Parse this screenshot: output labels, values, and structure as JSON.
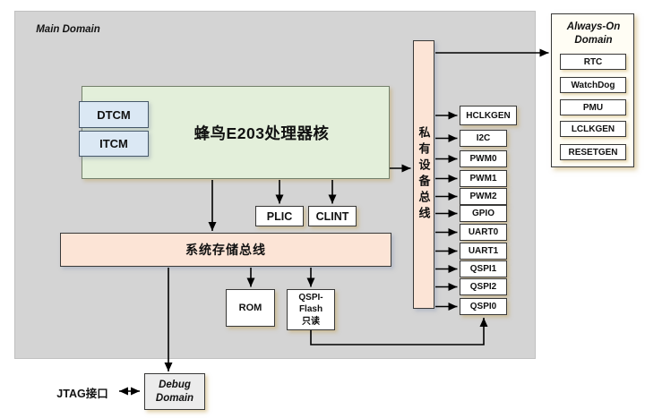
{
  "main_domain": {
    "title": "Main Domain"
  },
  "core": {
    "label": "蜂鸟E203处理器核",
    "memories": [
      {
        "label": "DTCM"
      },
      {
        "label": "ITCM"
      }
    ]
  },
  "interrupt_blocks": [
    {
      "label": "PLIC"
    },
    {
      "label": "CLINT"
    }
  ],
  "system_bus": {
    "label": "系统存储总线"
  },
  "memory_devices": {
    "rom": {
      "label": "ROM"
    },
    "qspi_flash": {
      "lines": [
        "QSPI-",
        "Flash",
        "只读"
      ]
    }
  },
  "private_bus": {
    "label": "私有设备总线"
  },
  "peripherals": [
    {
      "label": "HCLKGEN"
    },
    {
      "label": "I2C"
    },
    {
      "label": "PWM0"
    },
    {
      "label": "PWM1"
    },
    {
      "label": "PWM2"
    },
    {
      "label": "GPIO"
    },
    {
      "label": "UART0"
    },
    {
      "label": "UART1"
    },
    {
      "label": "QSPI1"
    },
    {
      "label": "QSPI2"
    },
    {
      "label": "QSPI0"
    }
  ],
  "always_on_domain": {
    "title": "Always-On Domain",
    "items": [
      {
        "label": "RTC"
      },
      {
        "label": "WatchDog"
      },
      {
        "label": "PMU"
      },
      {
        "label": "LCLKGEN"
      },
      {
        "label": "RESETGEN"
      }
    ]
  },
  "debug_domain": {
    "title": "Debug Domain"
  },
  "jtag": {
    "label": "JTAG接口"
  },
  "colors": {
    "domain_bg": "#d4d4d4",
    "core_fill": "#e3efda",
    "memory_fill": "#dbe8f4",
    "bus_fill": "#fce4d6",
    "box_fill": "#ffffff",
    "always_on_fill": "#fffdf4",
    "debug_fill": "#ececec",
    "wire": "#000000"
  }
}
